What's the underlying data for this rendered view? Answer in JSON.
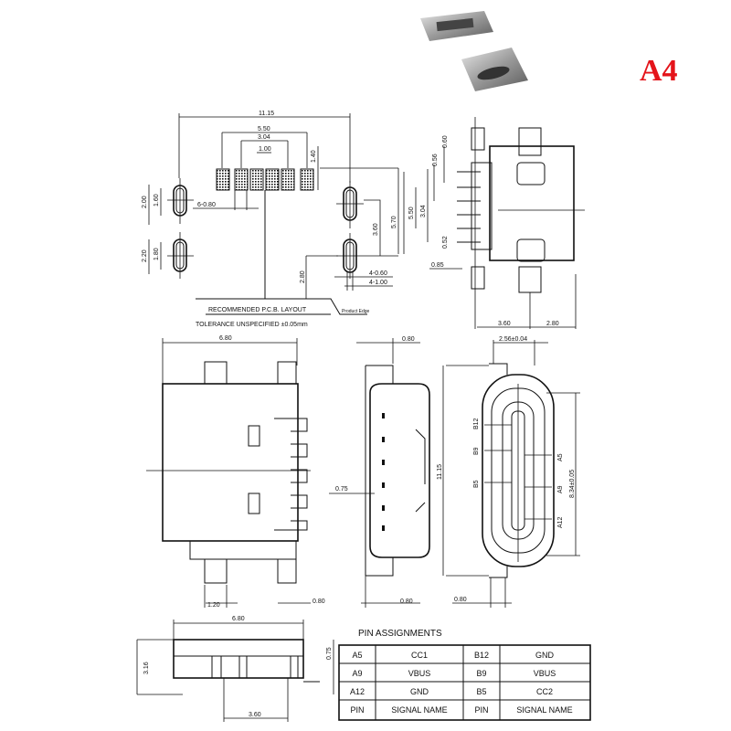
{
  "model_label": "A4",
  "colors": {
    "model_label": "#e4141a",
    "lines": "#111111"
  },
  "pcb_layout": {
    "dims": {
      "overall": "11.15",
      "outer_pads": "5.50",
      "inner_pads": "3.04",
      "pitch": "1.00",
      "pad_height": "1.40",
      "slot1_outer": "2.00",
      "slot1_inner": "1.60",
      "pad_width": "6-0.80",
      "slot2_outer": "2.20",
      "slot2_inner": "1.80",
      "slot_spacing": "3.60",
      "slot_to_pad": "5.70",
      "edge_offset": "2.80",
      "slot_width_inner": "4-0.60",
      "slot_width_outer": "4-1.00"
    },
    "product_edge": "Product Edge",
    "title": "RECOMMENDED P.C.B. LAYOUT",
    "tolerance": "TOLERANCE UNSPECIFIED ±0.05mm"
  },
  "top_view": {
    "dims": {
      "d1": "0.60",
      "d2": "0.56",
      "d3": "5.50",
      "d4": "3.04",
      "d5": "0.52",
      "d6": "0.85",
      "d7": "3.60",
      "d8": "2.80"
    }
  },
  "front_view": {
    "dims": {
      "width": "6.80",
      "pin_width": "1.20",
      "pin_offset": "0.80"
    }
  },
  "side_view": {
    "dims": {
      "top": "0.80",
      "pin": "0.75",
      "length": "11.15",
      "bottom": "0.80"
    }
  },
  "end_view": {
    "dims": {
      "top": "2.56±0.04",
      "height": "8.34±0.05",
      "bottom": "0.80"
    },
    "pins_left": [
      "B12",
      "B9",
      "B5"
    ],
    "pins_right": [
      "A5",
      "A9",
      "A12"
    ]
  },
  "bottom_view": {
    "dims": {
      "width": "6.80",
      "height": "3.16",
      "pin": "0.75",
      "span": "3.60"
    }
  },
  "pin_table": {
    "title": "PIN ASSIGNMENTS",
    "rows": [
      [
        "A5",
        "CC1",
        "B12",
        "GND"
      ],
      [
        "A9",
        "VBUS",
        "B9",
        "VBUS"
      ],
      [
        "A12",
        "GND",
        "B5",
        "CC2"
      ],
      [
        "PIN",
        "SIGNAL NAME",
        "PIN",
        "SIGNAL NAME"
      ]
    ]
  }
}
